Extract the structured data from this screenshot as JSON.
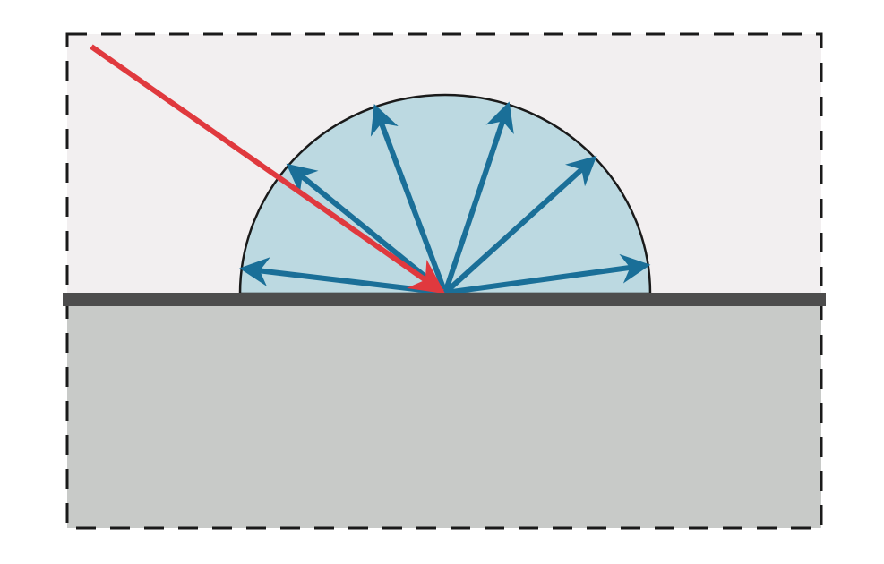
{
  "diagram": {
    "subject": "diffuse-reflection",
    "colors": {
      "background_medium": "#f2eff0",
      "substrate": "#c8cac8",
      "surface_line": "#4d4d4d",
      "scatter_lobe": "#bcd9e1",
      "reflected_rays": "#1a6f98",
      "incident_ray": "#e0393e",
      "border": "#1a1a1a"
    },
    "reflected_ray_angles_deg": [
      173,
      140,
      110,
      72,
      43,
      8
    ],
    "incident_ray_angle_deg": 145
  }
}
